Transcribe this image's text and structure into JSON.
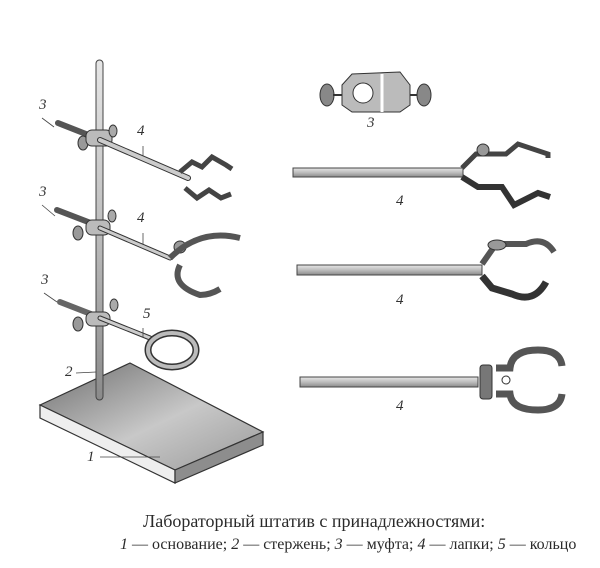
{
  "figure": {
    "title": "Лабораторный штатив с принадлежностями:",
    "legend": [
      {
        "num": "1",
        "text": "основание"
      },
      {
        "num": "2",
        "text": "стержень"
      },
      {
        "num": "3",
        "text": "муфта"
      },
      {
        "num": "4",
        "text": "лапки"
      },
      {
        "num": "5",
        "text": "кольцо"
      }
    ],
    "separator": " — ",
    "labels": {
      "stand_clamp_top": "3",
      "stand_clamp_mid": "3",
      "stand_clamp_low": "3",
      "stand_arm_top": "4",
      "stand_arm_mid": "4",
      "stand_ring": "5",
      "stand_rod": "2",
      "stand_base": "1",
      "detail_clamp": "3",
      "detail_arm_1": "4",
      "detail_arm_2": "4",
      "detail_arm_3": "4"
    }
  }
}
